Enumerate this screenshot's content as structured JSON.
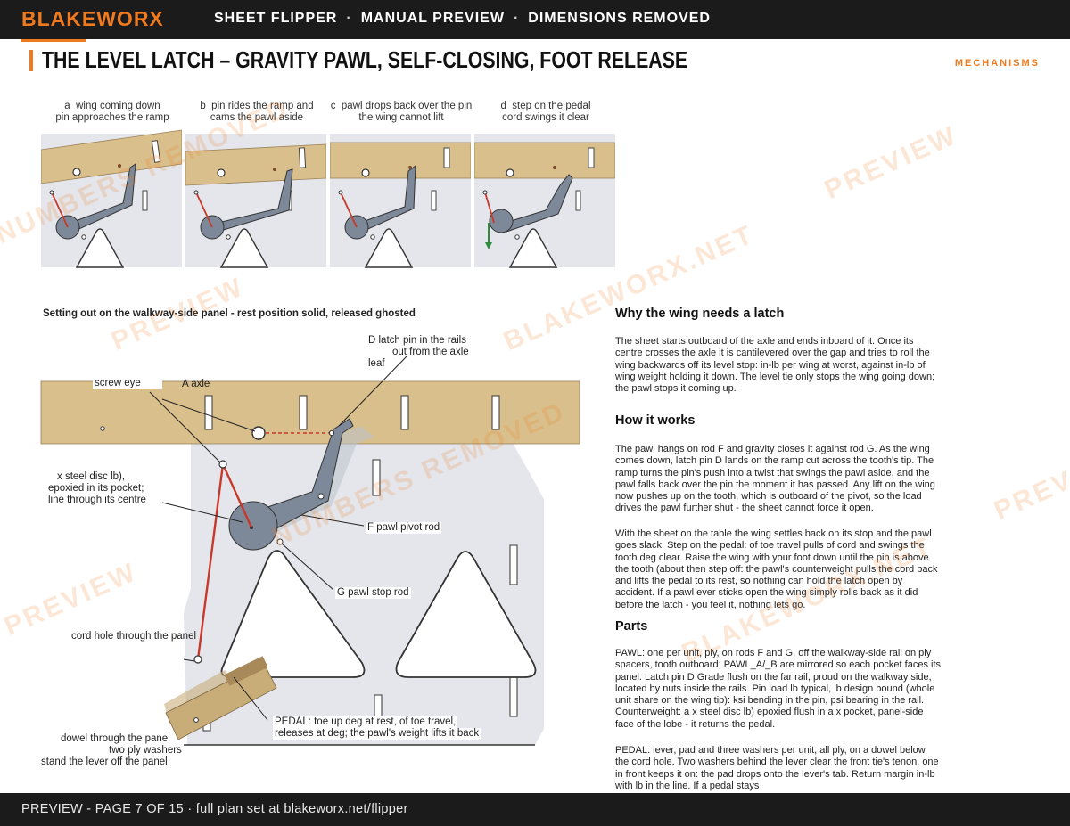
{
  "header": {
    "brand": "BLAKEWORX",
    "crumbs": [
      "SHEET FLIPPER",
      "MANUAL PREVIEW",
      "DIMENSIONS REMOVED"
    ],
    "separator": "·"
  },
  "page": {
    "title": "THE LEVEL LATCH – GRAVITY PAWL, SELF-CLOSING, FOOT RELEASE",
    "section_tag": "MECHANISMS"
  },
  "panels": [
    {
      "letter": "a",
      "line1": "wing coming down",
      "line2": "pin approaches the ramp"
    },
    {
      "letter": "b",
      "line1": "pin rides the ramp and",
      "line2": "cams the pawl aside"
    },
    {
      "letter": "c",
      "line1": "pawl drops back over the pin",
      "line2": "the wing cannot lift"
    },
    {
      "letter": "d",
      "line1": "step on the pedal",
      "line2": "cord swings it clear"
    }
  ],
  "drawing": {
    "caption": "Setting out on the walkway-side panel - rest position solid, released ghosted",
    "labels": {
      "latch_pin": "D  latch pin        in the rails",
      "latch_pin_2": "out from the axle",
      "latch_pin_3": "leaf",
      "screw_eye": "screw eye",
      "axle": "A  axle",
      "disc_1": "x       steel disc          lb),",
      "disc_2": "epoxied in its pocket;",
      "disc_3": "line through its centre",
      "pawl_pivot": "F  pawl pivot rod",
      "pawl_stop": "G  pawl stop rod",
      "cord_hole": "cord hole through the panel",
      "pedal_1": "PEDAL: toe up       deg at rest,         of toe travel,",
      "pedal_2": "releases at         deg; the pawl's weight lifts it back",
      "dowel": "dowel through the panel",
      "washers": "two ply washers",
      "stand": "stand the lever off the panel"
    }
  },
  "text": {
    "h_why": "Why the wing needs a latch",
    "p_why": "The sheet starts          outboard of the axle and ends          inboard of it. Once its centre crosses the axle it is cantilevered over the                gap and tries to roll the wing backwards off its level stop:                in-lb per wing at worst, against        in-lb of wing weight holding it down. The level tie only stops the wing going down; the pawl stops it coming up.",
    "h_how": "How it works",
    "p_how_1": "The pawl hangs on rod F and gravity closes it against rod G. As the wing comes down, latch pin D lands on the ramp cut across the tooth's tip. The ramp turns the pin's push into a twist that swings the pawl aside, and the pawl falls back over the pin the moment it has passed. Any lift on the wing now pushes up on the tooth, which is outboard of the pivot, so the load drives the pawl further shut - the sheet cannot force it open.",
    "p_how_2": "With the sheet on the table the wing settles back on its stop and the pawl goes slack. Step on the pedal:          of toe travel pulls          of cord and swings the tooth        deg clear. Raise the wing with your foot down until the pin is above the tooth (about             then step off: the pawl's counterweight pulls the cord back and lifts the pedal to its rest, so nothing can hold the latch open by accident. If a pawl ever sticks open the wing simply rolls back as it did before the latch - you feel it, nothing lets go.",
    "h_parts": "Parts",
    "p_parts_1": "PAWL: one per unit,           ply, on rods F and G,           off the walkway-side rail on      ply spacers, tooth outboard; PAWL_A/_B are mirrored so each pocket faces its panel. Latch pin D             Grade          flush on the far rail,            proud on the walkway side, located by nuts inside the rails. Pin load       lb typical,        lb design bound (whole unit share on the wing tip):      ksi bending in the pin,        psi bearing in the rail. Counterweight: a      x        steel disc          lb) epoxied flush in a          x          pocket, panel-side face of the lobe - it returns the pedal.",
    "p_parts_2": "PEDAL: lever, pad and three washers per unit, all            ply, on a dowel below the cord hole. Two washers behind the lever clear the front tie's tenon, one in front keeps it on: the pad drops onto the lever's tab. Return margin       in-lb with        lb in the line. If a pedal stays"
  },
  "footer": {
    "text": "PREVIEW - PAGE 7 OF 15  ·  full plan set at blakeworx.net/flipper"
  },
  "watermark": {
    "texts": [
      "BLAKEWORX.NET",
      "NUMBERS REMOVED",
      "PREVIEW"
    ]
  },
  "colors": {
    "accent": "#f07a1e",
    "wood": "#d9bf8c",
    "pawl": "#7d8899",
    "cord": "#c8382b",
    "panel": "#e4e6eb"
  }
}
